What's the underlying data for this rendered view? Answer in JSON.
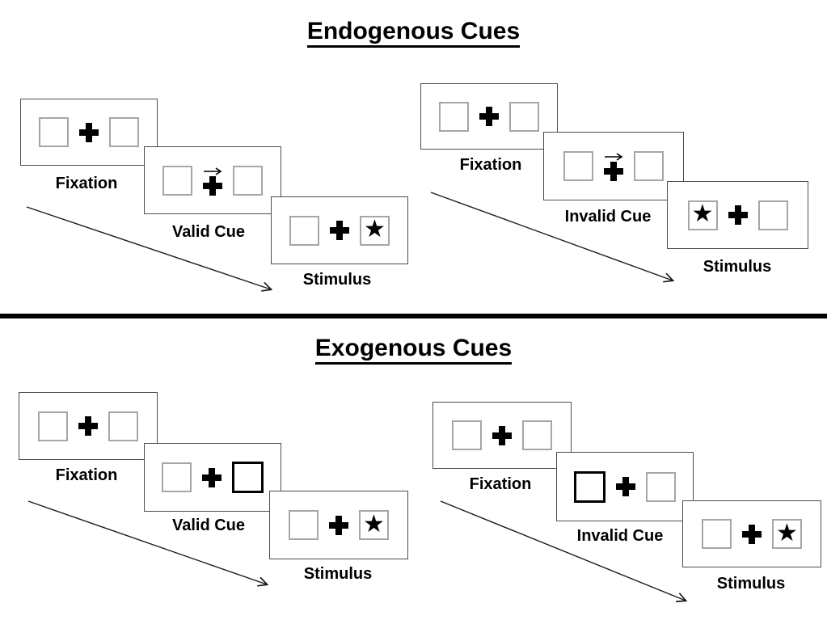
{
  "diagram": {
    "name": "posner-cueing-paradigm",
    "divider_color": "#000000"
  },
  "colors": {
    "background": "#ffffff",
    "ink": "#000000",
    "panel_border": "#4d4d4d",
    "box_border": "#a6a6a6"
  },
  "icons": {
    "star": "★",
    "fixation_cross": "+",
    "cue_arrow": "right-arrow"
  },
  "sections": [
    {
      "title": "Endogenous Cues",
      "sequences": [
        {
          "validity": "valid",
          "steps": [
            {
              "label": "Fixation",
              "screen": "fixation"
            },
            {
              "label": "Valid Cue",
              "screen": "cue",
              "cue_type": "central-arrow-right"
            },
            {
              "label": "Stimulus",
              "screen": "stimulus",
              "star_position": "right"
            }
          ]
        },
        {
          "validity": "invalid",
          "steps": [
            {
              "label": "Fixation",
              "screen": "fixation"
            },
            {
              "label": "Invalid Cue",
              "screen": "cue",
              "cue_type": "central-arrow-right"
            },
            {
              "label": "Stimulus",
              "screen": "stimulus",
              "star_position": "left"
            }
          ]
        }
      ]
    },
    {
      "title": "Exogenous Cues",
      "sequences": [
        {
          "validity": "valid",
          "steps": [
            {
              "label": "Fixation",
              "screen": "fixation"
            },
            {
              "label": "Valid Cue",
              "screen": "cue",
              "cue_type": "peripheral-box-highlight-right"
            },
            {
              "label": "Stimulus",
              "screen": "stimulus",
              "star_position": "right"
            }
          ]
        },
        {
          "validity": "invalid",
          "steps": [
            {
              "label": "Fixation",
              "screen": "fixation"
            },
            {
              "label": "Invalid Cue",
              "screen": "cue",
              "cue_type": "peripheral-box-highlight-left"
            },
            {
              "label": "Stimulus",
              "screen": "stimulus",
              "star_position": "right"
            }
          ]
        }
      ]
    }
  ]
}
